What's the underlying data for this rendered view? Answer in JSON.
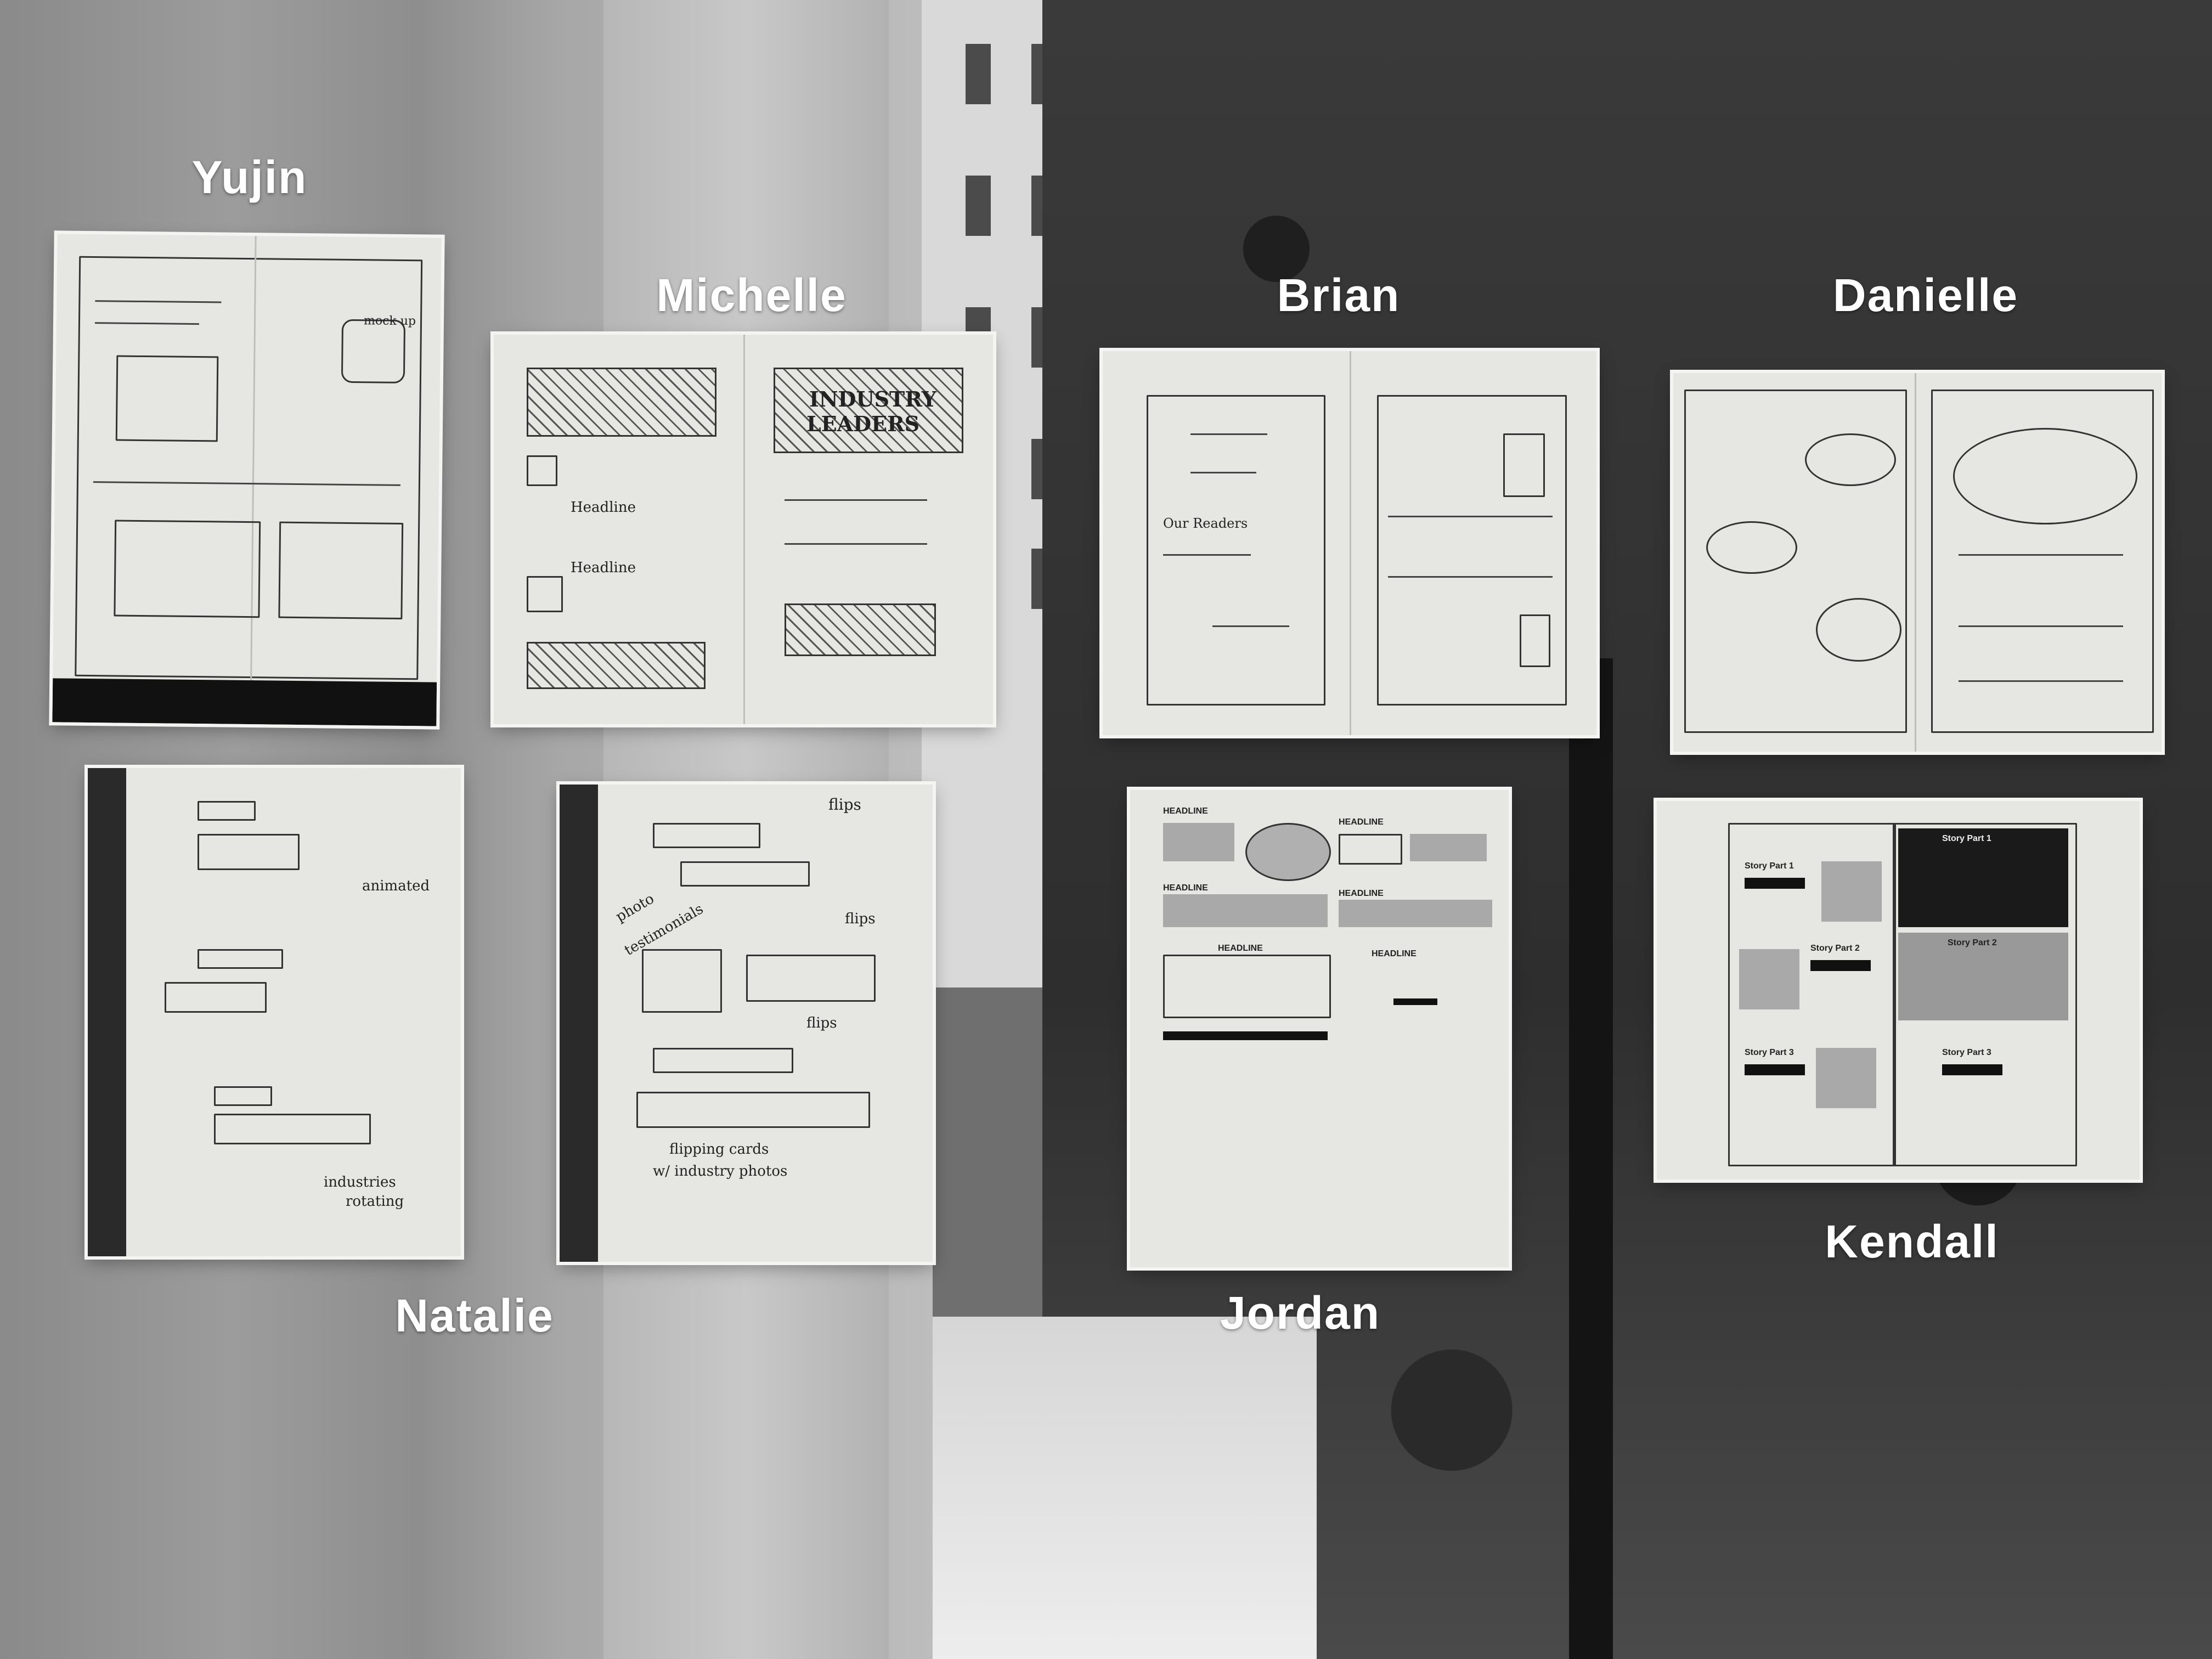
{
  "names": {
    "yujin": "Yujin",
    "michelle": "Michelle",
    "brian": "Brian",
    "danielle": "Danielle",
    "natalie": "Natalie",
    "jordan": "Jordan",
    "kendall": "Kendall"
  },
  "sheet_text": {
    "michelle": {
      "industry": "INDUSTRY",
      "leaders": "LEADERS",
      "headline_1": "Headline",
      "headline_2": "Headline"
    },
    "jordan": {
      "headline_1": "HEADLINE",
      "headline_2": "HEADLINE",
      "headline_3": "HEADLINE",
      "headline_4": "HEADLINE",
      "headline_5": "HEADLINE",
      "headline_6": "HEADLINE"
    },
    "kendall": {
      "story_1": "Story Part 1",
      "story_2": "Story Part 2",
      "story_3": "Story Part 3",
      "story_1b": "Story Part 1",
      "story_2b": "Story Part 2",
      "story_3b": "Story Part 3"
    },
    "natalie": {
      "animated": "animated",
      "industries": "industries",
      "rotating": "rotating"
    },
    "natalie2": {
      "flips_1": "flips",
      "flips_2": "flips",
      "flips_3": "flips",
      "photo": "photo",
      "testimonials": "testimonials",
      "flipping_cards": "flipping cards",
      "industry_photos": "w/ industry photos"
    },
    "yujin": {
      "mock_up": "mock up"
    },
    "brian": {
      "our_readers": "Our Readers"
    }
  }
}
